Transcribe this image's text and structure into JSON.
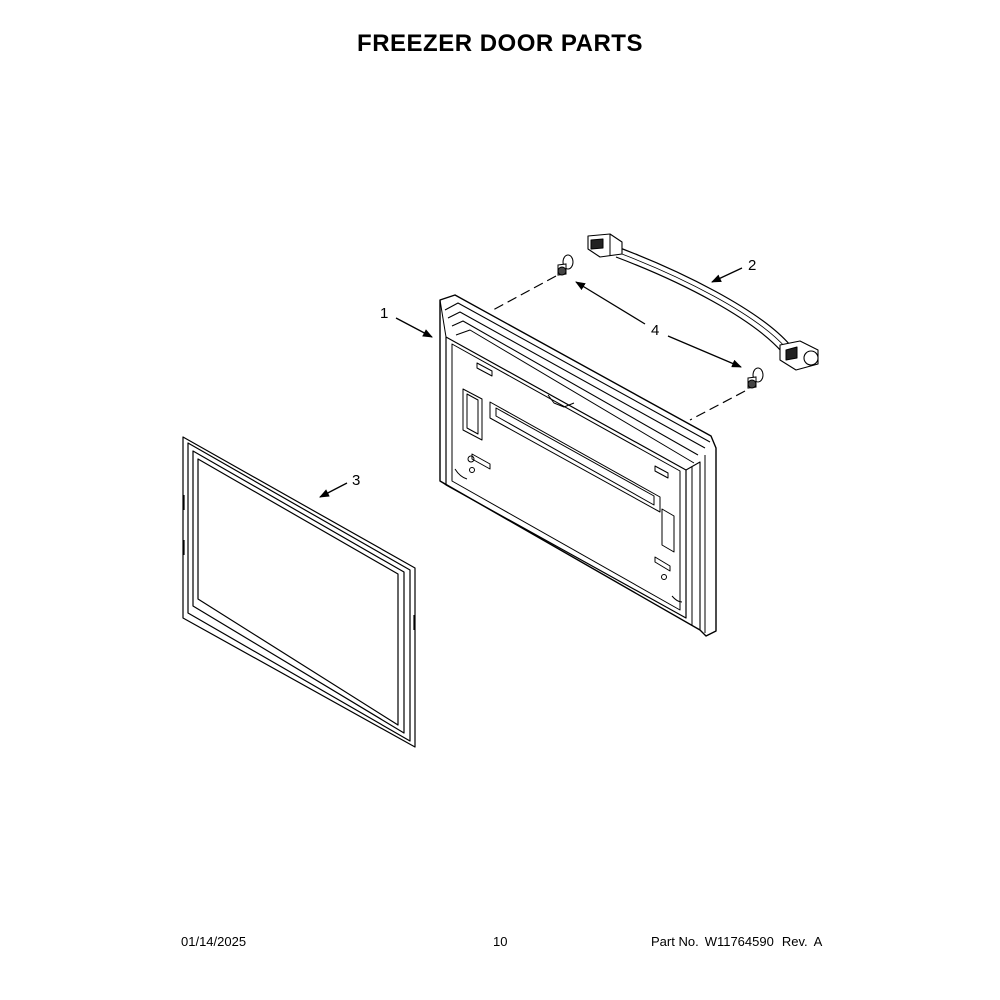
{
  "title": "FREEZER DOOR PARTS",
  "callouts": {
    "door": "1",
    "handle": "2",
    "gasket": "3",
    "handle_mount_studs": "4"
  },
  "footer": {
    "date": "01/14/2025",
    "page": "10",
    "part_label": "Part No.",
    "part_number": "W11764590",
    "rev_label": "Rev.",
    "rev_value": "A"
  }
}
